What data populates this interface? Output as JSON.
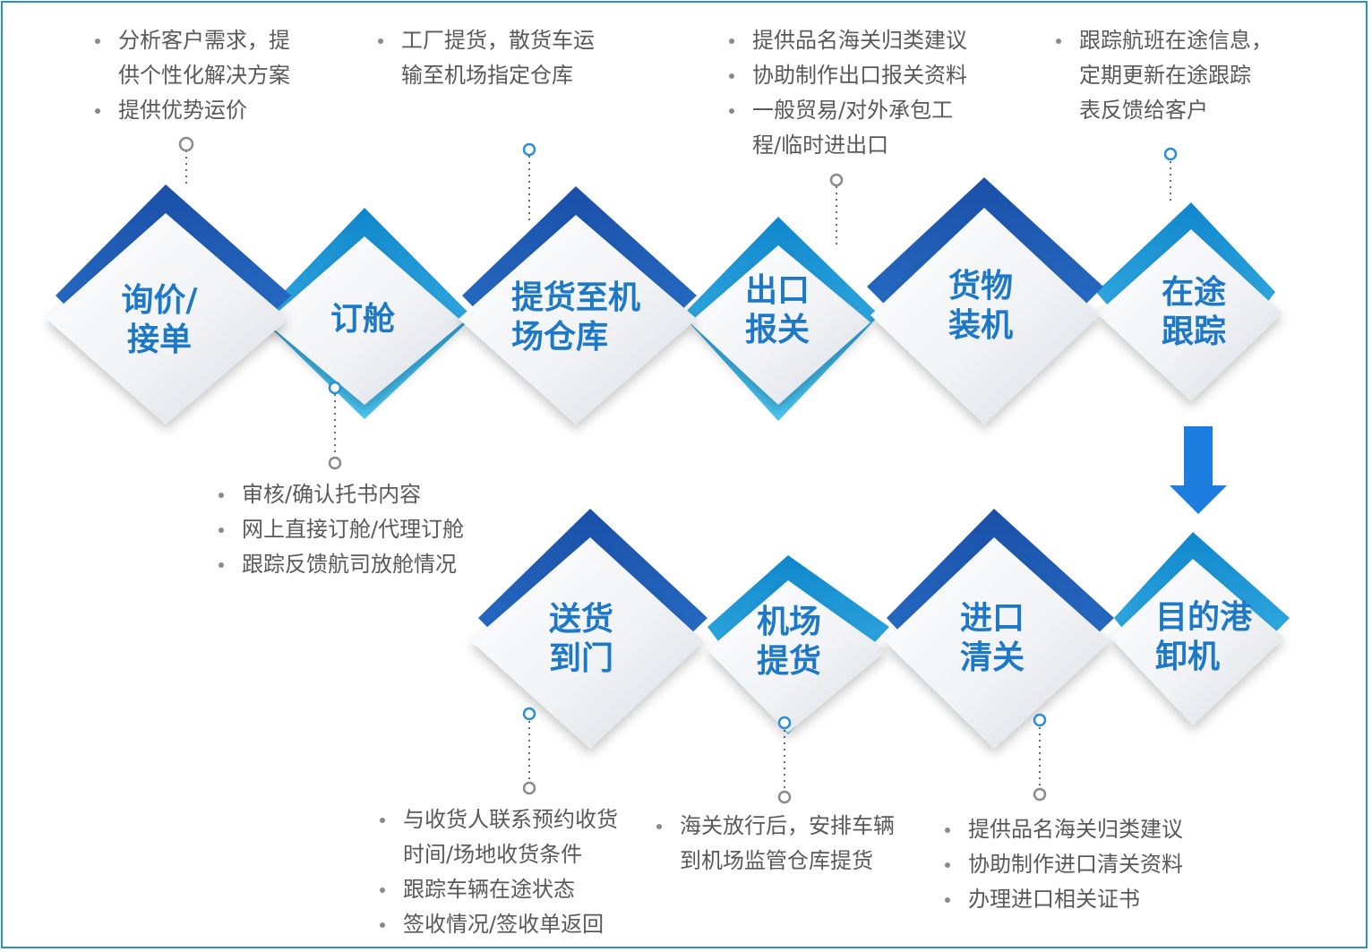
{
  "steps": [
    {
      "id": "s1",
      "lines": [
        "询价/",
        "接单"
      ]
    },
    {
      "id": "s2",
      "lines": [
        "订舱"
      ]
    },
    {
      "id": "s3",
      "lines": [
        "提货至机",
        "场仓库"
      ]
    },
    {
      "id": "s4",
      "lines": [
        "出口",
        "报关"
      ]
    },
    {
      "id": "s5",
      "lines": [
        "货物",
        "装机"
      ]
    },
    {
      "id": "s6",
      "lines": [
        "在途",
        "跟踪"
      ]
    },
    {
      "id": "s7",
      "lines": [
        "目的港",
        "卸机"
      ]
    },
    {
      "id": "s8",
      "lines": [
        "进口",
        "清关"
      ]
    },
    {
      "id": "s9",
      "lines": [
        "机场",
        "提货"
      ]
    },
    {
      "id": "s10",
      "lines": [
        "送货",
        "到门"
      ]
    }
  ],
  "notes": [
    {
      "step": "s1",
      "items": [
        [
          "分析客户需求，提",
          "供个性化解决方案"
        ],
        [
          "提供优势运价"
        ]
      ]
    },
    {
      "step": "s2",
      "items": [
        [
          "审核/确认托书内容"
        ],
        [
          "网上直接订舱/代理订舱"
        ],
        [
          "跟踪反馈航司放舱情况"
        ]
      ]
    },
    {
      "step": "s3",
      "items": [
        [
          "工厂提货，散货车运",
          "输至机场指定仓库"
        ]
      ]
    },
    {
      "step": "s4",
      "items": [
        [
          "提供品名海关归类建议"
        ],
        [
          "协助制作出口报关资料"
        ],
        [
          "一般贸易/对外承包工",
          "程/临时进出口"
        ]
      ]
    },
    {
      "step": "s6",
      "items": [
        [
          "跟踪航班在途信息，",
          "定期更新在途跟踪",
          "表反馈给客户"
        ]
      ]
    },
    {
      "step": "s10",
      "items": [
        [
          "与收货人联系预约收货",
          "时间/场地收货条件"
        ],
        [
          "跟踪车辆在途状态"
        ],
        [
          "签收情况/签收单返回"
        ]
      ]
    },
    {
      "step": "s9",
      "items": [
        [
          "海关放行后，安排车辆",
          "到机场监管仓库提货"
        ]
      ]
    },
    {
      "step": "s8",
      "items": [
        [
          "提供品名海关归类建议"
        ],
        [
          "协助制作进口清关资料"
        ],
        [
          "办理进口相关证书"
        ]
      ]
    }
  ],
  "colors": {
    "accent_blue": "#1e78c8",
    "dark_blue": "#1f5fb4",
    "light_blue": "#23a6dc",
    "frame": "#2b8fd6",
    "note_text": "#595959",
    "arrow": "#1e7ee0"
  },
  "icons": [
    "arrow-down-icon"
  ]
}
